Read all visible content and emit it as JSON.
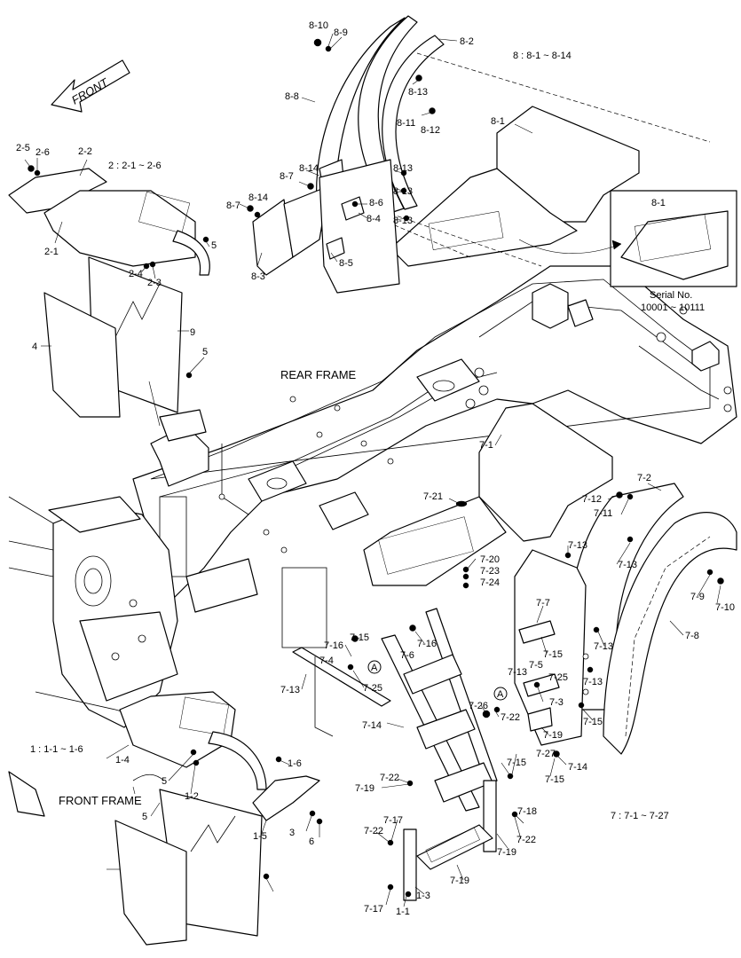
{
  "diagram": {
    "direction_arrow": "FRONT",
    "frame_labels": {
      "rear": "REAR FRAME",
      "front": "FRONT FRAME"
    },
    "group_notes": [
      "2 : 2-1 ~ 2-6",
      "8 : 8-1 ~ 8-14",
      "1 : 1-1 ~ 1-6",
      "7 : 7-1 ~ 7-27"
    ],
    "inset": {
      "part": "8-1",
      "serial_title": "Serial No.",
      "serial_range": "10001 ~ 10111"
    },
    "detail_mark": "A",
    "part_labels": [
      "8-10",
      "8-9",
      "8-2",
      "8-8",
      "8-13",
      "8-11",
      "8-12",
      "8-1",
      "8-14",
      "8-7",
      "8-13",
      "8-6",
      "8-13",
      "8-4",
      "8-13",
      "8-7",
      "8-14",
      "8-3",
      "8-5",
      "2-5",
      "2-6",
      "2-2",
      "2-1",
      "5",
      "2-4",
      "2-3",
      "4",
      "9",
      "5",
      "7-1",
      "7-2",
      "7-12",
      "7-11",
      "7-21",
      "7-13",
      "7-13",
      "7-20",
      "7-23",
      "7-24",
      "7-9",
      "7-10",
      "7-8",
      "7-7",
      "7-15",
      "7-15",
      "7-16",
      "7-16",
      "7-6",
      "7-4",
      "7-13",
      "7-25",
      "7-13",
      "7-5",
      "7-13",
      "7-25",
      "7-13",
      "7-3",
      "7-15",
      "7-14",
      "7-26",
      "7-22",
      "7-19",
      "7-27",
      "7-15",
      "7-14",
      "7-15",
      "7-19",
      "7-22",
      "7-17",
      "7-22",
      "7-19",
      "7-18",
      "7-22",
      "7-19",
      "7-17",
      "1-1",
      "1-3",
      "1-4",
      "5",
      "1-2",
      "1-6",
      "1-5",
      "3",
      "6",
      "5"
    ]
  }
}
